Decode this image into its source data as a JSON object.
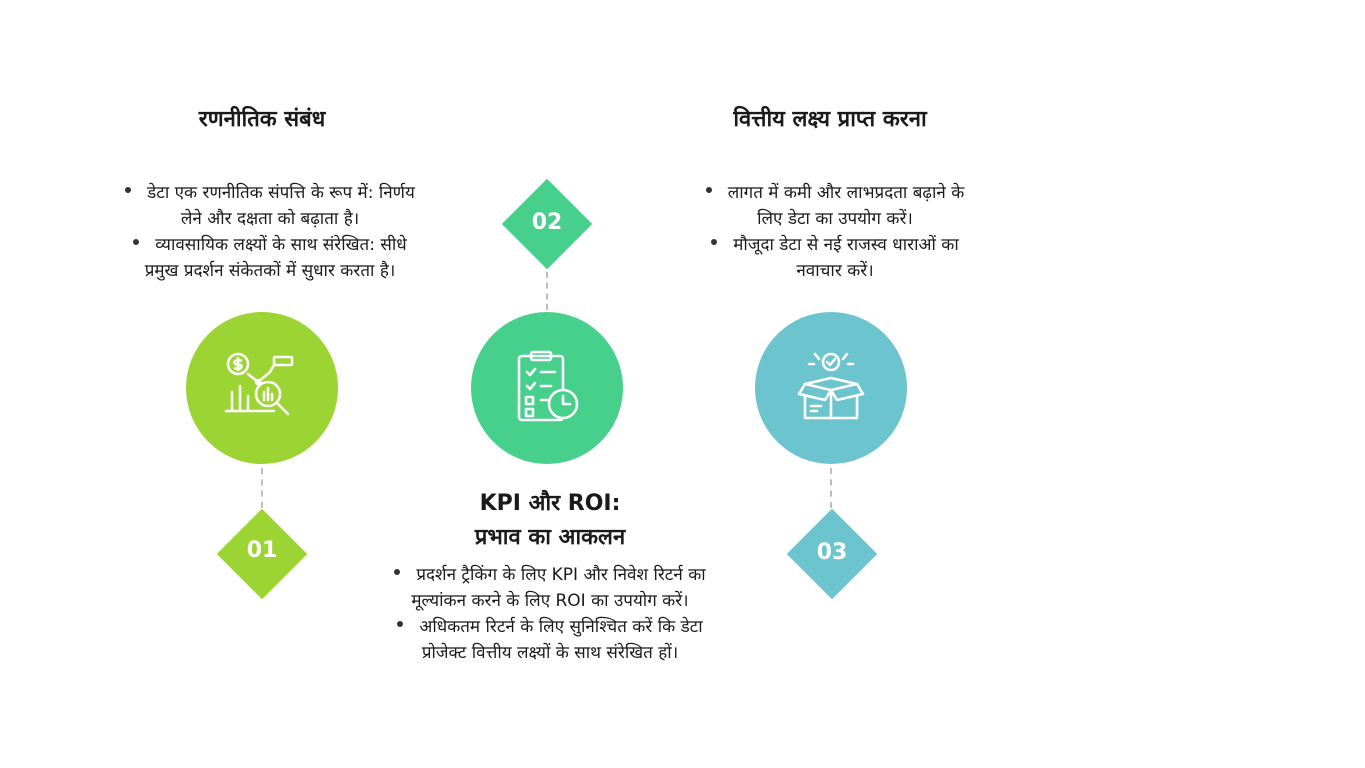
{
  "colors": {
    "green_lime": "#9bd433",
    "green_emerald": "#47d08c",
    "teal": "#6cc4cf",
    "text": "#1a1a1a",
    "dash": "#bdbdbd"
  },
  "steps": [
    {
      "number": "01",
      "title": "रणनीतिक संबंध",
      "icon": "financial-analytics-icon",
      "bullets": [
        {
          "line1": "डेटा एक रणनीतिक संपत्ति के रूप में: निर्णय",
          "line2": "लेने और दक्षता को बढ़ाता है।"
        },
        {
          "line1": "व्यावसायिक लक्ष्यों के साथ संरेखित: सीधे",
          "line2": "प्रमुख प्रदर्शन संकेतकों में सुधार करता है।"
        }
      ]
    },
    {
      "number": "02",
      "title_line1": "KPI और ROI:",
      "title_line2": "प्रभाव का आकलन",
      "icon": "checklist-clock-icon",
      "bullets": [
        {
          "line1": "प्रदर्शन ट्रैकिंग के लिए KPI और निवेश रिटर्न का",
          "line2": "मूल्यांकन करने के लिए ROI का उपयोग करें।"
        },
        {
          "line1": "अधिकतम रिटर्न के लिए सुनिश्चित करें कि डेटा",
          "line2": "प्रोजेक्ट वित्तीय लक्ष्यों के साथ संरेखित हों।"
        }
      ]
    },
    {
      "number": "03",
      "title": "वित्तीय लक्ष्य प्राप्त करना",
      "icon": "open-box-check-icon",
      "bullets": [
        {
          "line1": "लागत में कमी और लाभप्रदता बढ़ाने के",
          "line2": "लिए डेटा का उपयोग करें।"
        },
        {
          "line1": "मौजूदा डेटा से नई राजस्व धाराओं का",
          "line2": "नवाचार करें।"
        }
      ]
    }
  ]
}
